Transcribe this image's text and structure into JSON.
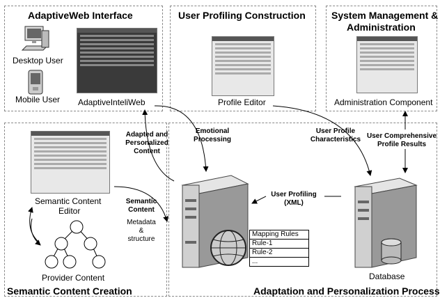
{
  "panels": {
    "adaptive_web": "AdaptiveWeb Interface",
    "user_profiling": "User Profiling Construction",
    "system_mgmt_line1": "System Management &",
    "system_mgmt_line2": "Administration",
    "semantic_creation": "Semantic Content Creation",
    "adaptation": "Adaptation and Personalization Process"
  },
  "labels": {
    "desktop_user": "Desktop User",
    "mobile_user": "Mobile User",
    "adaptive_inteliweb": "AdaptiveInteliWeb",
    "profile_editor": "Profile Editor",
    "admin_component": "Administration Component",
    "semantic_editor_line1": "Semantic Content",
    "semantic_editor_line2": "Editor",
    "provider_content": "Provider Content",
    "database": "Database"
  },
  "flows": {
    "adapted_line1": "Adapted and",
    "adapted_line2": "Personalized",
    "adapted_line3": "Content",
    "emotional_line1": "Emotional",
    "emotional_line2": "Processing",
    "user_profile_line1": "User Profile",
    "user_profile_line2": "Characteristics",
    "comprehensive_line1": "User Comprehensive",
    "comprehensive_line2": "Profile Results",
    "semantic_content_line1": "Semantic",
    "semantic_content_line2": "Content",
    "metadata_line1": "Metadata",
    "metadata_line2": "&",
    "metadata_line3": "structure",
    "user_profiling_line1": "User Profiling",
    "user_profiling_line2": "(XML)"
  },
  "mapping_table": [
    "Mapping Rules",
    "Rule-1",
    "Rule-2",
    "..."
  ]
}
